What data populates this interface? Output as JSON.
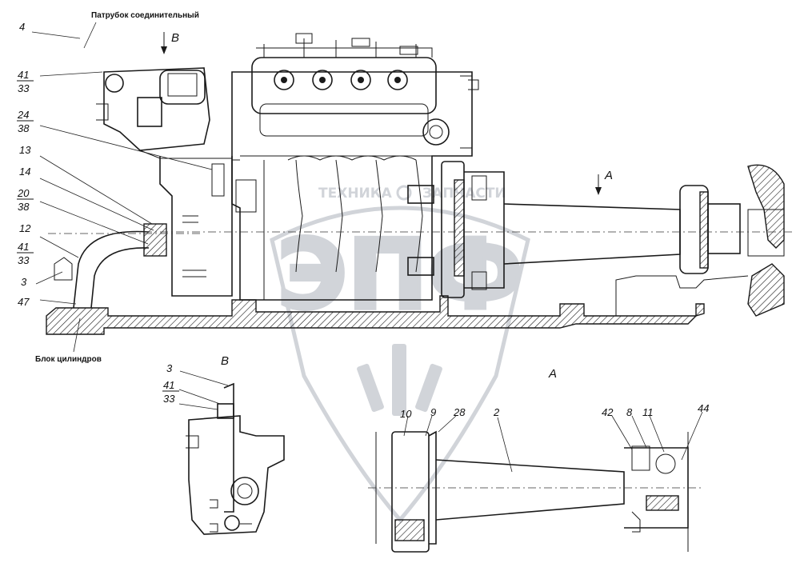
{
  "captions": {
    "connector_pipe": "Патрубок соединительный",
    "cylinder_block": "Блок цилиндров"
  },
  "watermark": {
    "brand_left": "ТЕХНИКА",
    "brand_right": "ЗАПЧАСТИ",
    "logo_letters": "ЭПФ"
  },
  "views": {
    "arrow_b": "В",
    "arrow_a": "А",
    "title_b": "В",
    "title_a": "А"
  },
  "main_callouts": {
    "c4": "4",
    "c41a": "41",
    "c33a": "33",
    "c24": "24",
    "c38a": "38",
    "c13": "13",
    "c14": "14",
    "c20": "20",
    "c38b": "38",
    "c12": "12",
    "c41b": "41",
    "c33b": "33",
    "c3": "3",
    "c47": "47"
  },
  "view_b_callouts": {
    "c3": "3",
    "c41": "41",
    "c33": "33"
  },
  "view_a_callouts": {
    "c10": "10",
    "c9": "9",
    "c28": "28",
    "c2": "2",
    "c42": "42",
    "c8": "8",
    "c11": "11",
    "c44": "44"
  },
  "colors": {
    "line": "#1a1a1a",
    "watermark": "#c9cdd3",
    "background": "#ffffff"
  }
}
